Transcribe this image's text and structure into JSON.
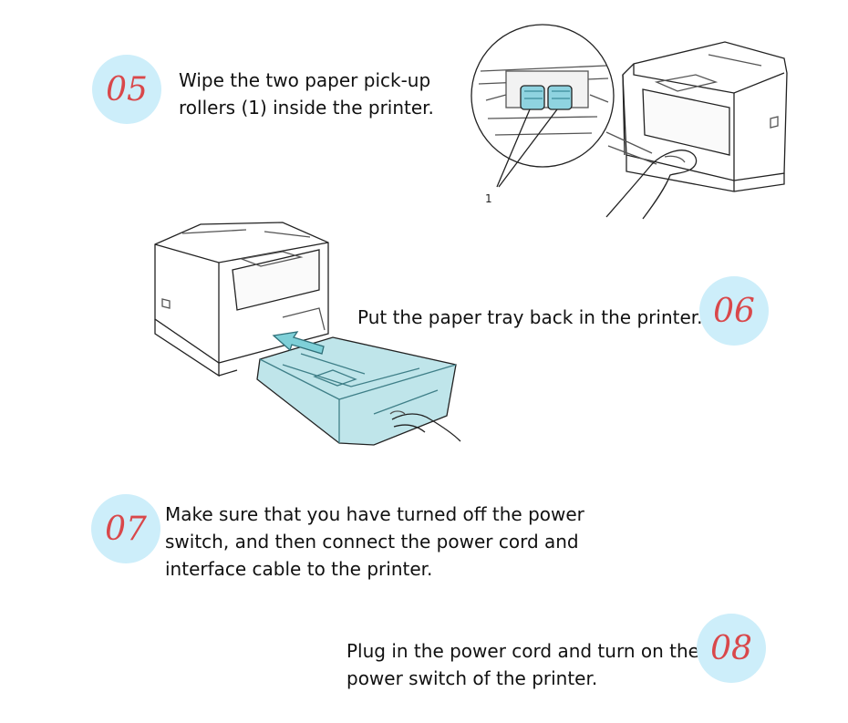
{
  "theme": {
    "badge_bg": "#cdeefa",
    "badge_text": "#d9484b",
    "tray_color": "#bfe5ea",
    "arrow_color": "#7fd0d8",
    "roller_color": "#8fd3e0"
  },
  "steps": [
    {
      "number": "05",
      "lines": [
        "Wipe the two paper pick-up",
        "rollers (1) inside the printer."
      ]
    },
    {
      "number": "06",
      "lines": [
        "Put the paper tray back in the printer."
      ]
    },
    {
      "number": "07",
      "lines": [
        "Make sure that you have turned off the power",
        "switch, and then connect the power cord and",
        "interface cable to the printer."
      ]
    },
    {
      "number": "08",
      "lines": [
        "Plug in the power cord and turn on the",
        "power switch of the printer."
      ]
    }
  ],
  "illustrations": {
    "rollers": {
      "callout_label": "1"
    }
  }
}
